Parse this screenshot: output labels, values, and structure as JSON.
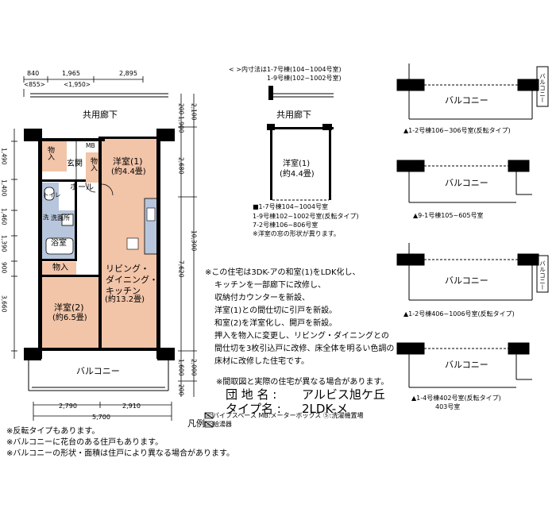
{
  "dims": {
    "top": [
      "840",
      "1,965",
      "2,895"
    ],
    "top_inner": [
      "<855>",
      "<1,950>"
    ],
    "left": [
      "1,490",
      "1,400",
      "1,460",
      "1,390",
      "900",
      "3,660"
    ],
    "right_total": "10,300",
    "right_inner": [
      "2,100",
      "1,900",
      "2,680",
      "7,620",
      "1,600",
      "2,000"
    ],
    "right_small": [
      "200",
      "200"
    ],
    "bottom": [
      "2,790",
      "2,910"
    ],
    "bottom_total": "5,700"
  },
  "rooms": {
    "corridor": "共用廊下",
    "storage1": "物入",
    "entrance": "玄関",
    "mb": "MB",
    "storage2": "物入",
    "western1_name": "洋室(1)",
    "western1_size": "(約4.4畳)",
    "hall": "ホール",
    "toilet": "トイレ",
    "washroom": "洗面所",
    "wash_symbol": "洗",
    "bath": "浴室",
    "storage3": "物入",
    "ldk_line1": "リビング・",
    "ldk_line2": "ダイニング・",
    "ldk_line3": "キッチン",
    "ldk_size": "(約13.2畳)",
    "western2_name": "洋室(2)",
    "western2_size": "(約6.5畳)",
    "balcony": "バルコニー"
  },
  "variant": {
    "note_line1": "< >内寸法は1-7号棟(104~1004号室)",
    "note_line2": "1-9号棟(102~1002号室)",
    "corridor": "共用廊下",
    "room_name": "洋室(1)",
    "room_size": "(約4.4畳)",
    "list": [
      "■1-7号棟104~1004号室",
      "1-9号棟102~1002号室(反転タイプ)",
      "7-2号棟106~806号室",
      "※洋室の窓の形状が異ります。"
    ]
  },
  "balconies": [
    {
      "label": "バルコニー",
      "caption": "▲1-2号棟106~306号室(反転タイプ)",
      "side": "バルコニー"
    },
    {
      "label": "バルコニー",
      "caption": "▲9-1号棟105~605号室"
    },
    {
      "label": "バルコニー",
      "caption": "▲1-2号棟406~1006号室(反転タイプ)",
      "side": "バルコニー"
    },
    {
      "label": "バルコニー",
      "caption": "▲1-4号棟402号室(反転タイプ)",
      "caption2": "403号室"
    }
  ],
  "renovation_note": [
    "※この住宅は3DK-アの和室(1)をLDK化し、",
    "キッチンを一部廊下に改修し、",
    "収納付カウンターを新設、",
    "洋室(1)との間仕切に引戸を新設。",
    "和室(2)を洋室化し、開戸を新設。",
    "押入を物入に変更し、リビング・ダイニングとの",
    "間仕切を3枚引込戸に改修、床全体を明るい色調の",
    "床材に改修した住宅です。"
  ],
  "diff_note": "※間取図と実際の住宅が異なる場合があります。",
  "property": {
    "name_label": "団 地 名 :",
    "name_value": "アルビス旭ケ丘",
    "type_label": "タイプ名 :",
    "type_value": "2LDK-メ"
  },
  "legend": {
    "title": "凡例",
    "line1": "☒:パイプスペース  MB:メーターボックス  Ⓢ:洗濯機置場",
    "line2": "☒:給湯器"
  },
  "footnotes": [
    "※反転タイプもあります。",
    "※バルコニーに花台のある住戸もあります。",
    "※バルコニーの形状・面積は住戸により異なる場合があります。"
  ],
  "colors": {
    "room_fill": "#f2c4a8",
    "wet_fill": "#b7c6dc",
    "wall": "#000000"
  }
}
